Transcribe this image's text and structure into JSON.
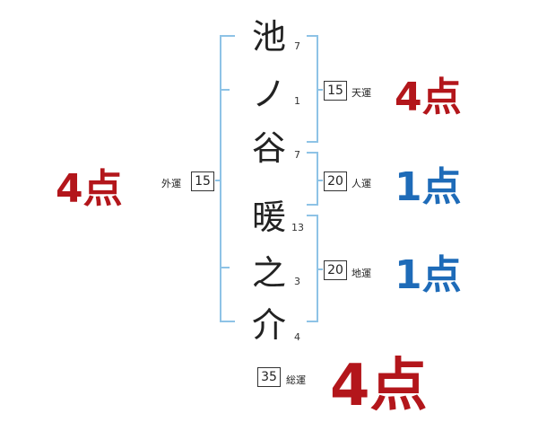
{
  "characters": [
    {
      "char": "池",
      "strokes": "7"
    },
    {
      "char": "ノ",
      "strokes": "1"
    },
    {
      "char": "谷",
      "strokes": "7"
    },
    {
      "char": "暖",
      "strokes": "13"
    },
    {
      "char": "之",
      "strokes": "3"
    },
    {
      "char": "介",
      "strokes": "4"
    }
  ],
  "gaiun": {
    "label": "外運",
    "value": "15",
    "score": "4点",
    "color": "#b3161b"
  },
  "tenun": {
    "label": "天運",
    "value": "15",
    "score": "4点",
    "color": "#b3161b"
  },
  "jinun": {
    "label": "人運",
    "value": "20",
    "score": "1点",
    "color": "#1e6bb8"
  },
  "chiun": {
    "label": "地運",
    "value": "20",
    "score": "1点",
    "color": "#1e6bb8"
  },
  "souun": {
    "label": "総運",
    "value": "35",
    "score": "4点",
    "color": "#b3161b"
  },
  "colors": {
    "bracket": "#8ec3e6",
    "red": "#b3161b",
    "blue": "#1e6bb8"
  }
}
